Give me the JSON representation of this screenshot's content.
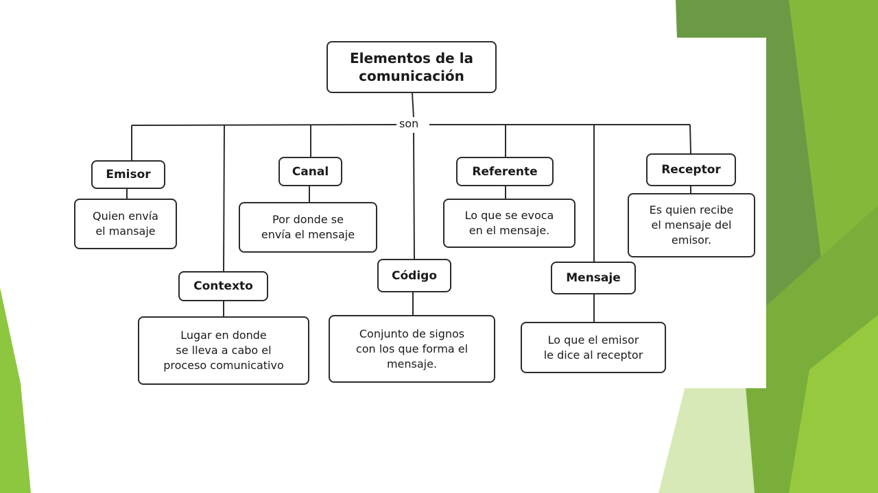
{
  "diagram": {
    "root": "Elementos de la\ncomunicación",
    "link_label": "son",
    "nodes": {
      "emisor": {
        "label": "Emisor",
        "desc": "Quien envía\nel mansaje"
      },
      "contexto": {
        "label": "Contexto",
        "desc": "Lugar en donde\nse lleva a cabo el\nproceso comunicativo"
      },
      "canal": {
        "label": "Canal",
        "desc": "Por donde se\nenvía el mensaje"
      },
      "codigo": {
        "label": "Código",
        "desc": "Conjunto de signos\ncon los que forma el\nmensaje."
      },
      "referente": {
        "label": "Referente",
        "desc": "Lo que se evoca\nen el mensaje."
      },
      "mensaje": {
        "label": "Mensaje",
        "desc": "Lo que el emisor\nle dice al receptor"
      },
      "receptor": {
        "label": "Receptor",
        "desc": "Es quien recibe\nel mensaje del\nemisor."
      }
    }
  },
  "theme": {
    "accent_green": "#8dc63f",
    "dark_green": "#6a9a3a",
    "light_green": "#d4e8b0",
    "border": "#2b2b2b"
  }
}
